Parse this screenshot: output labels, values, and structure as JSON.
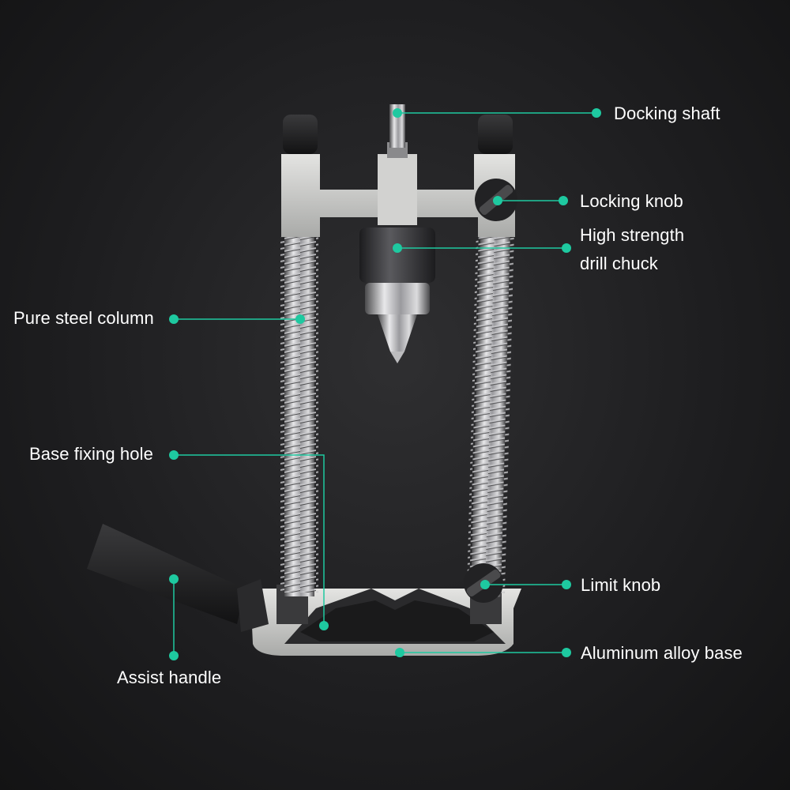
{
  "accent_color": "#1ec9a0",
  "labels": {
    "docking_shaft": "Docking shaft",
    "locking_knob": "Locking knob",
    "drill_chuck_line1": "High strength",
    "drill_chuck_line2": "drill chuck",
    "steel_column": "Pure steel column",
    "base_fixing_hole": "Base fixing hole",
    "limit_knob": "Limit knob",
    "aluminum_base": "Aluminum alloy base",
    "assist_handle": "Assist handle"
  }
}
